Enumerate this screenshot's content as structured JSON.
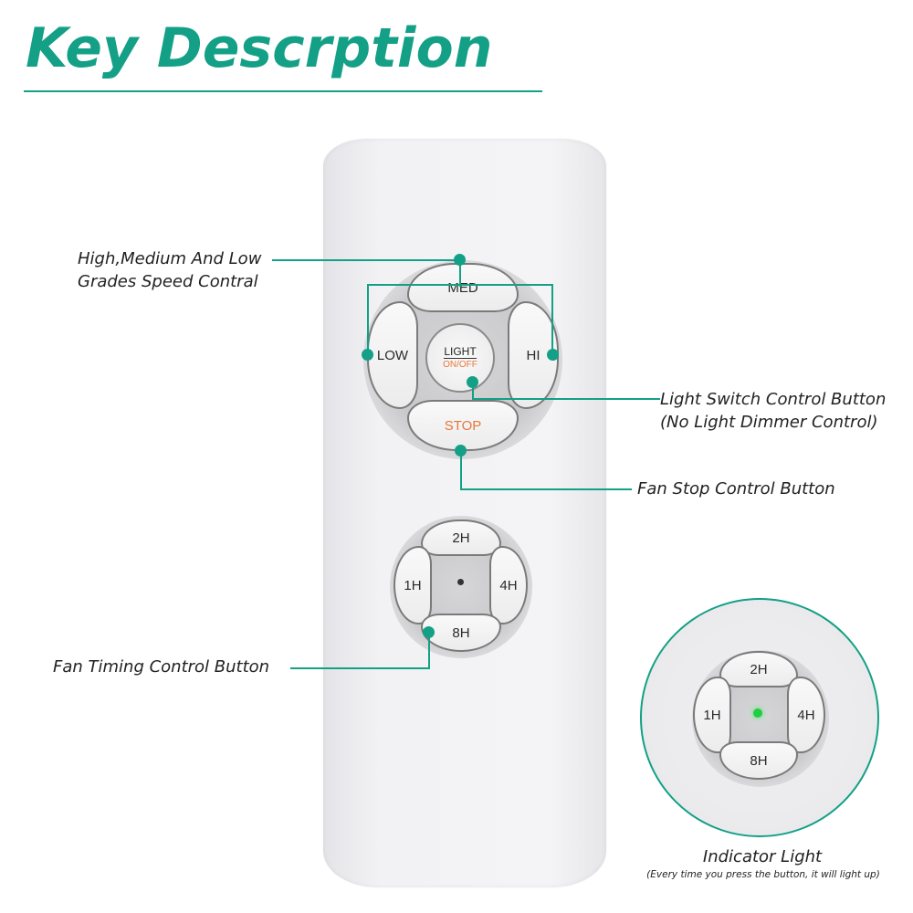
{
  "header": {
    "title": "Key Descrption"
  },
  "remote": {
    "speed_pad": {
      "top": "MED",
      "left": "LOW",
      "right": "HI",
      "bottom": "STOP",
      "center_top": "LIGHT",
      "center_bottom": "ON/OFF"
    },
    "timer_pad": {
      "top": "2H",
      "left": "1H",
      "right": "4H",
      "bottom": "8H"
    }
  },
  "callouts": {
    "speed": {
      "line1": "High,Medium And Low",
      "line2": "Grades Speed Contral"
    },
    "light": {
      "line1": "Light Switch Control Button",
      "line2": "(No Light Dimmer Control)"
    },
    "stop": {
      "text": "Fan Stop Control Button"
    },
    "timing": {
      "text": "Fan Timing Control Button"
    },
    "indicator": {
      "title": "Indicator Light",
      "note": "(Every time you press the button, it will light up)"
    }
  },
  "inset": {
    "top": "2H",
    "left": "1H",
    "right": "4H",
    "bottom": "8H"
  },
  "colors": {
    "accent": "#13a086",
    "stop_text": "#e8773a",
    "indicator_led": "#22cc44"
  }
}
